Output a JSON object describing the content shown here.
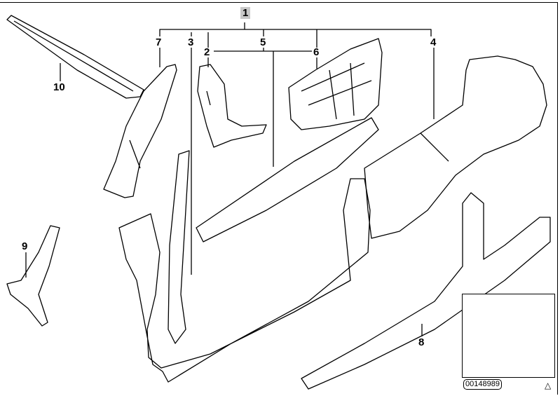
{
  "diagram": {
    "callouts": [
      "1",
      "2",
      "3",
      "4",
      "5",
      "6",
      "7",
      "8",
      "9",
      "10"
    ],
    "inset": {
      "code": "00148989",
      "symbol": "△"
    }
  }
}
